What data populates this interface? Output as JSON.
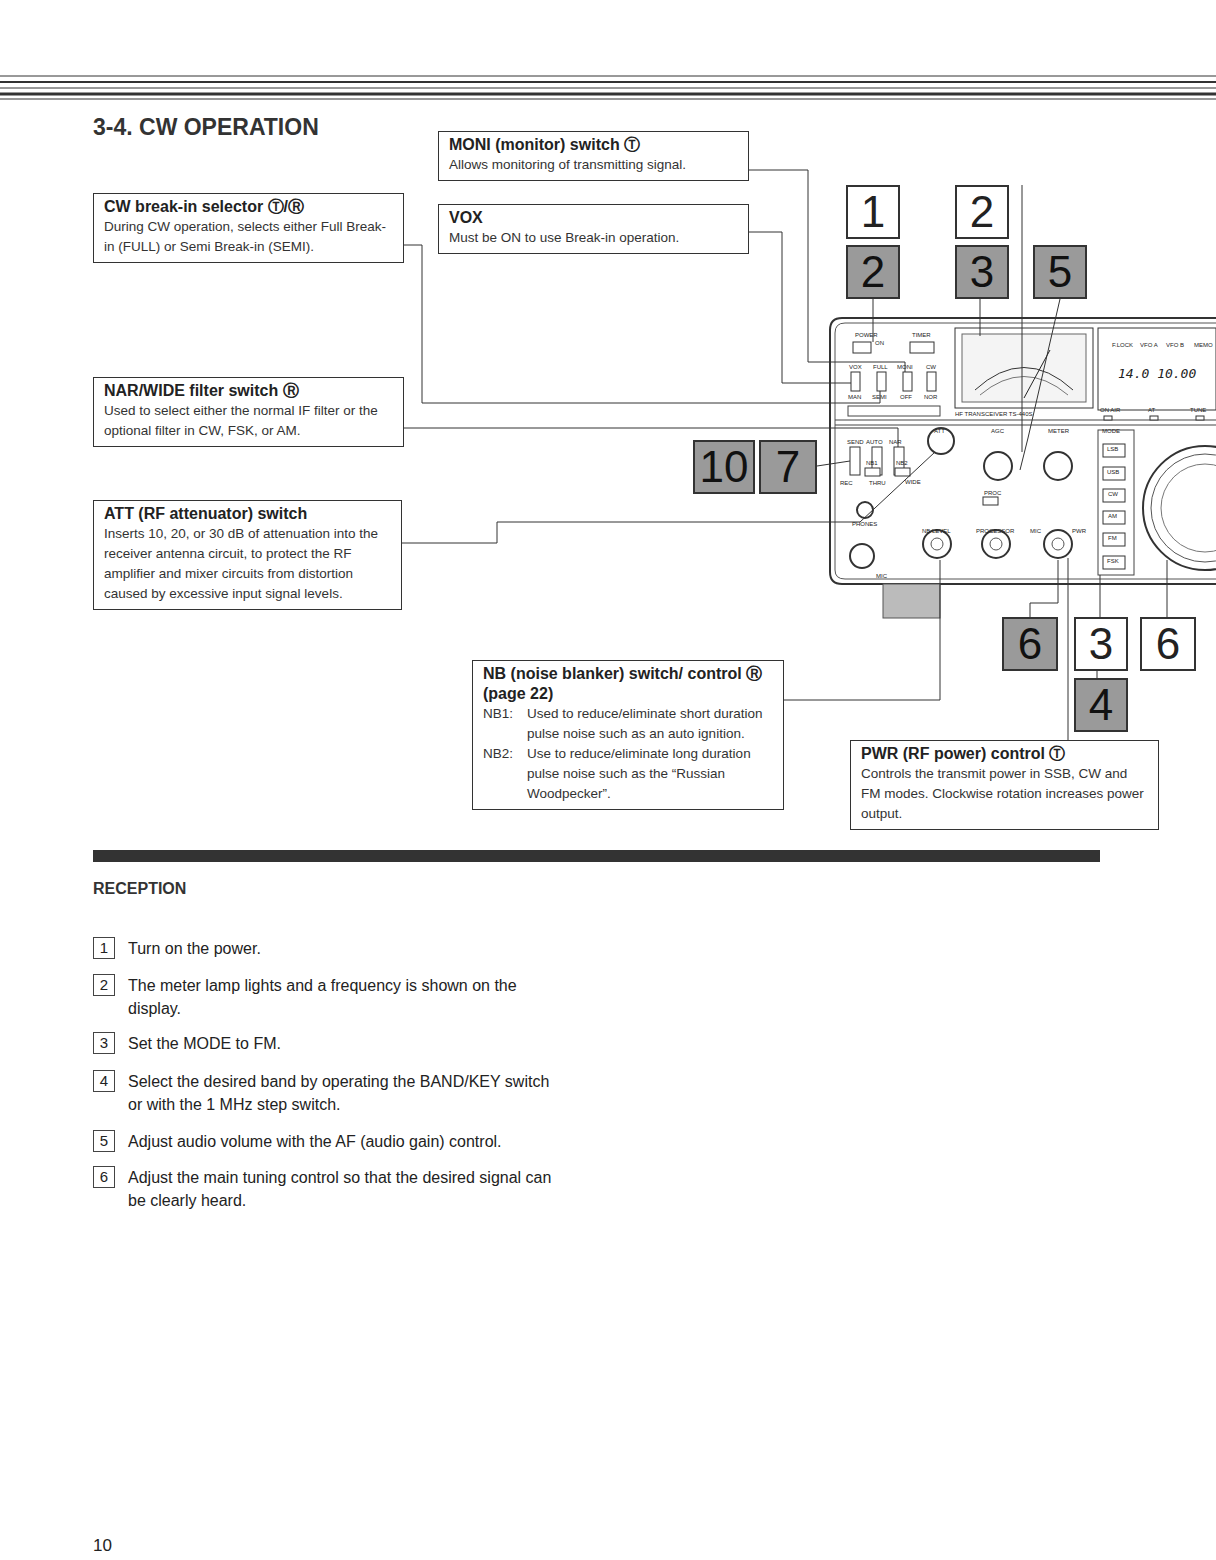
{
  "diagram": {
    "title": "3-4. CW OPERATION",
    "nodes": [
      {
        "text": [
          "MONI (monitor) switch Ⓣ",
          "Allows monitoring of transmitting signal."
        ]
      },
      {
        "text": [
          "CW break-in selector Ⓣ/Ⓡ",
          "During CW operation, selects either Full Break-in (FULL) or Semi Break-in (SEMI)."
        ]
      },
      {
        "text": [
          "VOX",
          "Must be ON to use Break-in operation."
        ]
      },
      {
        "text": [
          "NAR/WIDE filter switch Ⓡ",
          "Used to select either the normal IF filter or the optional filter in CW, FSK, or AM."
        ]
      },
      {
        "text": [
          "ATT (RF attenuator) switch",
          "Inserts 10, 20, or 30 dB of attenuation into the receiver antenna circuit, to protect the RF amplifier and mixer circuits from distortion caused by excessive input signal levels."
        ]
      },
      {
        "text": [
          "NB (noise blanker) switch/ control Ⓡ (page 22)",
          "NB1:",
          "Used to reduce/eliminate short duration pulse noise such as an auto ignition.",
          "NB2:",
          "Use to reduce/eliminate long duration pulse noise such as the “Russian Woodpecker”."
        ]
      },
      {
        "text": [
          "PWR (RF power) control Ⓣ",
          "Controls the transmit power in SSB, CW and FM modes. Clockwise rotation increases power output."
        ]
      }
    ],
    "labels": [
      "1",
      "2",
      "2",
      "3",
      "5",
      "10",
      "7",
      "6",
      "3",
      "6",
      "4",
      "RECEPTION",
      "1",
      "Turn on the power.",
      "2",
      "The meter lamp lights and a frequency is shown on the display.",
      "3",
      "Set the MODE to FM.",
      "4",
      "Select the desired band by operating the BAND/KEY switch or with the 1 MHz step switch.",
      "5",
      "Adjust audio volume with the AF (audio gain) control.",
      "6",
      "Adjust the main tuning control so that the desired signal can be clearly heard.",
      "10",
      "POWER",
      "TIMER",
      "ON",
      "VOX",
      "FULL",
      "MONI",
      "CW",
      "MAN",
      "SEMI",
      "OFF",
      "NOR",
      "HF TRANSCEIVER TS-440S",
      "ON AIR",
      "AT",
      "TUNE",
      "ATT",
      "AGC",
      "METER",
      "MODE",
      "SEND",
      "AUTO",
      "NAR",
      "WIDE",
      "REC",
      "THRU",
      "NB1",
      "NB2",
      "PROC",
      "PHONES",
      "MIC",
      "NB LEVEL",
      "PROCESSOR",
      "MIC",
      "PWR",
      "LSB",
      "USB",
      "CW",
      "AM",
      "FM",
      "FSK",
      "14.0 10.00",
      "F.LOCK",
      "VFO A",
      "VFO B",
      "MEMO"
    ]
  }
}
